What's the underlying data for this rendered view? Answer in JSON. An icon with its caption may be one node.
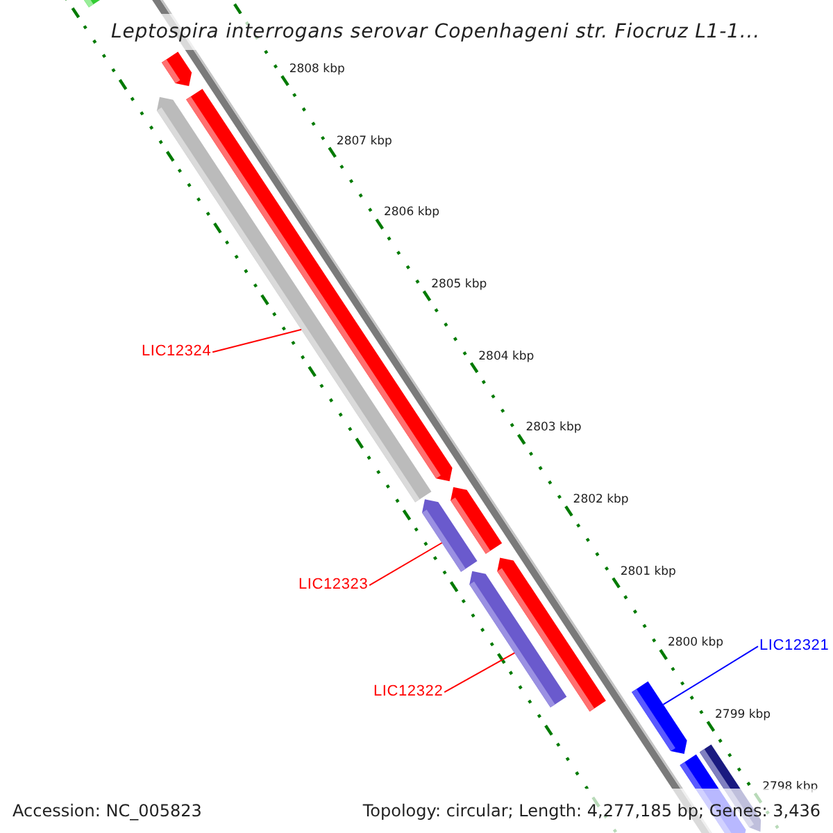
{
  "diagram": {
    "title": "Leptospira interrogans serovar Copenhageni str. Fiocruz L1-1...",
    "nodes": [
      {
        "text": [
          "LIC12324"
        ]
      },
      {
        "text": [
          "LIC12323"
        ]
      },
      {
        "text": [
          "LIC12322"
        ]
      },
      {
        "text": [
          "LIC12321"
        ]
      },
      {
        "text": [],
        "shape": "bar"
      },
      {
        "text": [],
        "shape": "bar"
      },
      {
        "text": [],
        "shape": "bar"
      },
      {
        "text": [],
        "shape": "bar"
      },
      {
        "text": [],
        "shape": "bar"
      },
      {
        "text": [],
        "shape": "bar"
      },
      {
        "text": [],
        "shape": "bar"
      },
      {
        "text": [],
        "shape": "bar"
      },
      {
        "text": [],
        "shape": "bar"
      },
      {
        "text": [],
        "shape": "bar"
      },
      {
        "text": [],
        "shape": "bar"
      }
    ],
    "edges": [
      {
        "from": 0,
        "to": 7,
        "arrow": "none"
      },
      {
        "from": 1,
        "to": 9,
        "arrow": "none"
      },
      {
        "from": 2,
        "to": 11,
        "arrow": "none"
      },
      {
        "from": 3,
        "to": 12,
        "arrow": "none",
        "color": "#0000ff"
      }
    ],
    "labels": [
      "2808 kbp",
      "2807 kbp",
      "2806 kbp",
      "2805 kbp",
      "2804 kbp",
      "2803 kbp",
      "2802 kbp",
      "2801 kbp",
      "2800 kbp",
      "2799 kbp",
      "2798 kbp",
      "Accession: NC_005823",
      "Topology: circular; Length: 4,277,185 bp; Genes: 3,436"
    ]
  }
}
